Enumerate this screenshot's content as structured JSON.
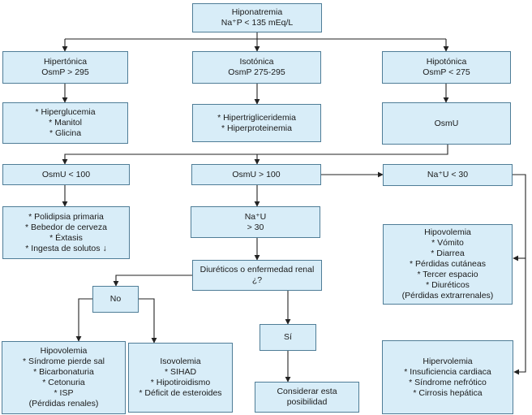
{
  "colors": {
    "box_fill": "#d8edf8",
    "box_border": "#4f7d97",
    "line": "#222222",
    "background": "#ffffff"
  },
  "nodes": {
    "hiponatremia": {
      "lines": [
        "Hiponatremia",
        "Na⁺P < 135 mEq/L"
      ]
    },
    "hipertonica": {
      "lines": [
        "Hipertónica",
        "OsmP > 295"
      ]
    },
    "isotonica": {
      "lines": [
        "Isotónica",
        "OsmP 275-295"
      ]
    },
    "hipotonica": {
      "lines": [
        "Hipotónica",
        "OsmP < 275"
      ]
    },
    "causas_hipertonica": {
      "lines": [
        "* Hiperglucemia",
        "* Manitol",
        "* Glicina"
      ]
    },
    "causas_isotonica": {
      "lines": [
        "* Hipertrigliceridemia",
        "* Hiperproteinemia"
      ]
    },
    "osmu": {
      "lines": [
        "OsmU"
      ]
    },
    "osmu_lt_100": {
      "lines": [
        "OsmU < 100"
      ]
    },
    "osmu_gt_100": {
      "lines": [
        "OsmU > 100"
      ]
    },
    "nau_lt_30": {
      "lines": [
        "Na⁺U < 30"
      ]
    },
    "polidipsia": {
      "lines": [
        "* Polidipsia primaria",
        "* Bebedor de cerveza",
        "* Éxtasis",
        "* Ingesta de solutos ↓"
      ]
    },
    "nau_gt_30": {
      "lines": [
        "Na⁺U",
        "> 30"
      ]
    },
    "hipovolemia_extrarrenal": {
      "lines": [
        "Hipovolemia",
        "* Vómito",
        "* Diarrea",
        "* Pérdidas cutáneas",
        "* Tercer espacio",
        "* Diuréticos",
        "(Pérdidas extrarrenales)"
      ]
    },
    "diureticos": {
      "lines": [
        "Diuréticos o enfermedad renal",
        "¿?"
      ]
    },
    "no": {
      "lines": [
        "No"
      ]
    },
    "si": {
      "lines": [
        "Sí"
      ]
    },
    "hipovolemia_renal": {
      "lines": [
        "Hipovolemia",
        "* Síndrome pierde sal",
        "* Bicarbonaturia",
        "* Cetonuria",
        "* ISP",
        "(Pérdidas renales)"
      ]
    },
    "isovolemia": {
      "lines": [
        "Isovolemia",
        "* SIHAD",
        "* Hipotiroidismo",
        "* Déficit de esteroides"
      ]
    },
    "considerar": {
      "lines": [
        "Considerar esta",
        "posibilidad"
      ]
    },
    "hipervolemia": {
      "lines": [
        "Hipervolemia",
        "* Insuficiencia cardiaca",
        "* Síndrome nefrótico",
        "* Cirrosis hepática"
      ]
    }
  }
}
